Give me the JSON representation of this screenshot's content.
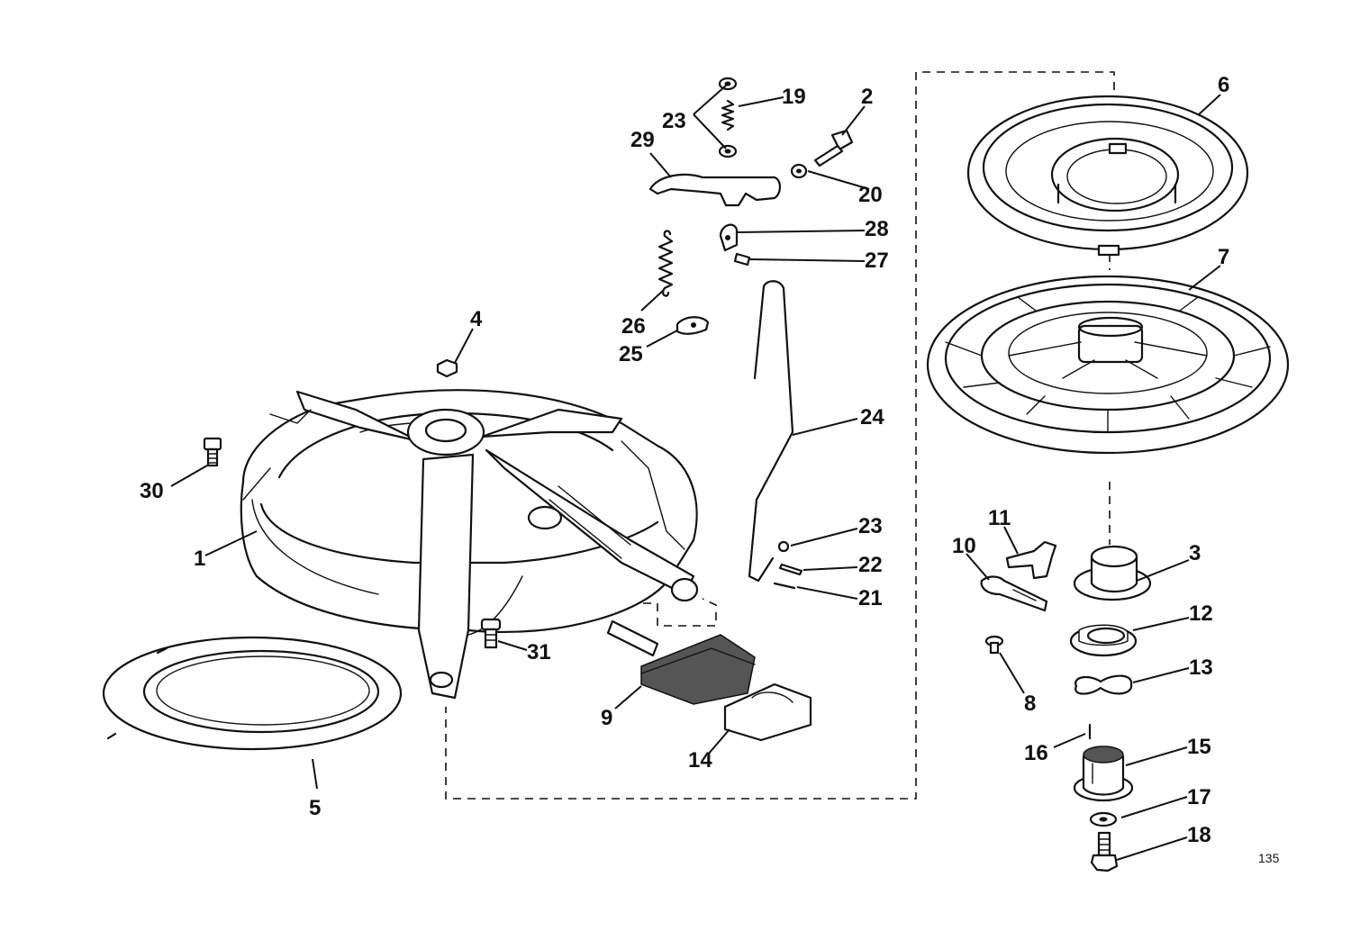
{
  "diagram": {
    "page_number": "135",
    "callouts": [
      {
        "id": "c1",
        "label": "1"
      },
      {
        "id": "c2",
        "label": "2"
      },
      {
        "id": "c3",
        "label": "3"
      },
      {
        "id": "c4",
        "label": "4"
      },
      {
        "id": "c5",
        "label": "5"
      },
      {
        "id": "c6",
        "label": "6"
      },
      {
        "id": "c7",
        "label": "7"
      },
      {
        "id": "c8",
        "label": "8"
      },
      {
        "id": "c9",
        "label": "9"
      },
      {
        "id": "c10",
        "label": "10"
      },
      {
        "id": "c11",
        "label": "11"
      },
      {
        "id": "c12",
        "label": "12"
      },
      {
        "id": "c13",
        "label": "13"
      },
      {
        "id": "c14",
        "label": "14"
      },
      {
        "id": "c15",
        "label": "15"
      },
      {
        "id": "c16",
        "label": "16"
      },
      {
        "id": "c17",
        "label": "17"
      },
      {
        "id": "c18",
        "label": "18"
      },
      {
        "id": "c19",
        "label": "19"
      },
      {
        "id": "c20",
        "label": "20"
      },
      {
        "id": "c21",
        "label": "21"
      },
      {
        "id": "c22",
        "label": "22"
      },
      {
        "id": "c23a",
        "label": "23"
      },
      {
        "id": "c23b",
        "label": "23"
      },
      {
        "id": "c24",
        "label": "24"
      },
      {
        "id": "c25",
        "label": "25"
      },
      {
        "id": "c26",
        "label": "26"
      },
      {
        "id": "c27",
        "label": "27"
      },
      {
        "id": "c28",
        "label": "28"
      },
      {
        "id": "c29",
        "label": "29"
      },
      {
        "id": "c30",
        "label": "30"
      },
      {
        "id": "c31",
        "label": "31"
      }
    ]
  }
}
